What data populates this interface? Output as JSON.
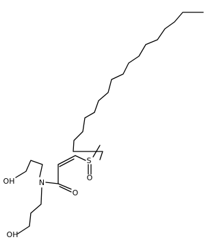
{
  "atoms": {
    "sulfur": "S",
    "sulfoxide_oxygen": "O",
    "carbonyl_oxygen": "O",
    "nitrogen": "N",
    "hydroxyl_upper": "OH",
    "hydroxyl_lower": "OH"
  },
  "colors": {
    "bond": "#000000",
    "label": "#000000",
    "background": "#ffffff"
  }
}
